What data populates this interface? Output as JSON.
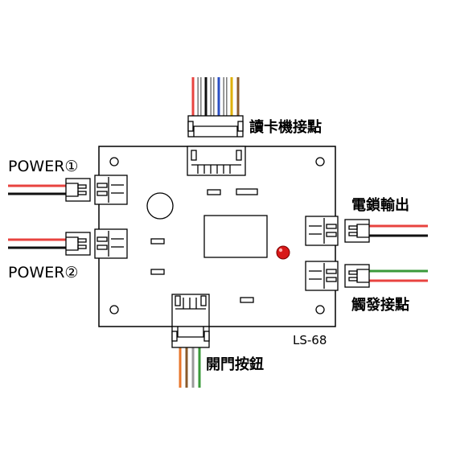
{
  "labels": {
    "power1": "POWER①",
    "power2": "POWER②",
    "card_reader": "讀卡機接點",
    "lock_output": "電鎖輸出",
    "trigger": "觸發接點",
    "exit_button": "開門按鈕",
    "model": "LS-68"
  },
  "wire_colors": {
    "red": "#e8433f",
    "black": "#111111",
    "green": "#3a9a3a",
    "orange": "#e8772b",
    "brown": "#8a5a2b",
    "gray": "#9a9a9a",
    "blue": "#2b4fc4",
    "yellow": "#e0b000",
    "white": "#ffffff"
  },
  "indicator": {
    "led_color": "#d81818"
  }
}
